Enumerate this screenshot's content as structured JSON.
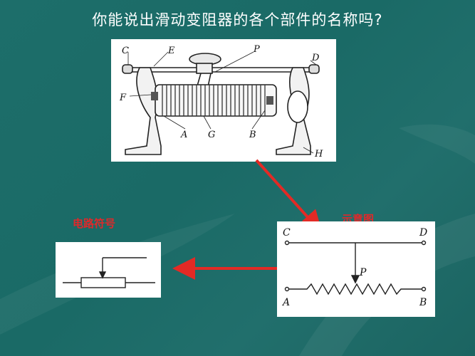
{
  "title": "你能说出滑动变阻器的各个部件的名称吗?",
  "photo_labels": {
    "C": "C",
    "E": "E",
    "P": "P",
    "D": "D",
    "F": "F",
    "A": "A",
    "G": "G",
    "B": "B",
    "H": "H"
  },
  "diagram_label": "示意图",
  "diagram_terminals": {
    "C": "C",
    "D": "D",
    "P": "P",
    "A": "A",
    "B": "B"
  },
  "symbol_label": "电路符号",
  "colors": {
    "background": "#1d6e6a",
    "arrow": "#e32a25",
    "label": "#e0282a"
  }
}
